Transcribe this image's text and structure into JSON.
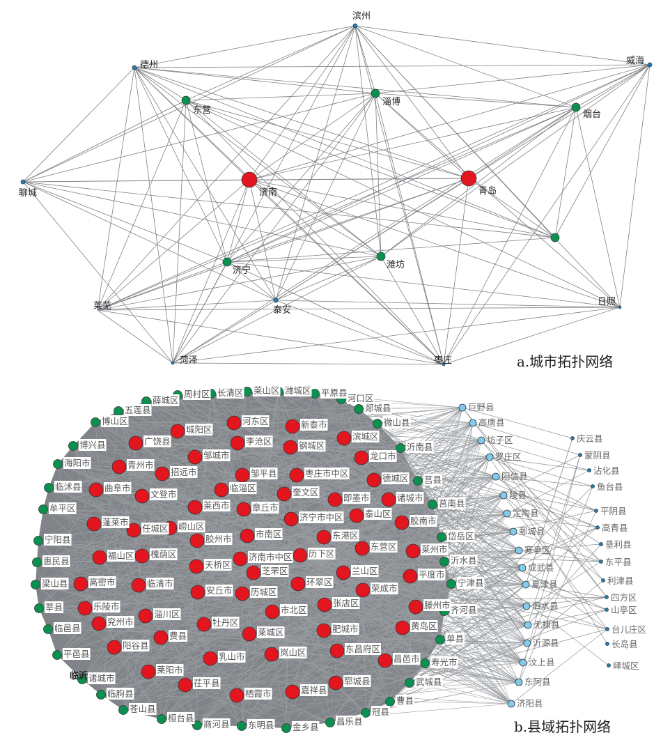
{
  "city_network": {
    "caption": "a.城市拓扑网络",
    "core": [
      "济南",
      "青岛"
    ],
    "semi": [
      "东营",
      "淄博",
      "烟台",
      "济宁",
      "潍坊",
      ""
    ],
    "periphery": [
      "滨州",
      "德州",
      "威海",
      "聊城",
      "莱芜",
      "泰安",
      "日照",
      "菏泽",
      "枣庄"
    ]
  },
  "county_network": {
    "caption": "b.县域拓扑网络",
    "core": [
      "广饶县",
      "城阳区",
      "河东区",
      "新泰市",
      "李沧区",
      "钢城区",
      "滨城区",
      "龙口市",
      "邹城市",
      "青州市",
      "招远市",
      "邹平县",
      "枣庄市中区",
      "德城区",
      "曲阜市",
      "文登市",
      "临淄区",
      "奎文区",
      "即墨市",
      "诸城市",
      "莱西市",
      "章丘市",
      "济宁市中区",
      "泰山区",
      "胶南市",
      "蓬莱市",
      "任城区",
      "崂山区",
      "胶州市",
      "市南区",
      "东港区",
      "东营区",
      "福山区",
      "槐荫区",
      "天桥区",
      "济南市中区",
      "历下区",
      "莱州市",
      "芝罘区",
      "兰山区",
      "平度市",
      "高密市",
      "临清市",
      "环翠区",
      "荣成市",
      "安丘市",
      "历城区",
      "张店区",
      "乐陵市",
      "兖州市",
      "淄川区",
      "牡丹区",
      "市北区",
      "滕州市",
      "费县",
      "莱城区",
      "肥城市",
      "黄岛区",
      "阳谷县",
      "乳山市",
      "岚山区",
      "东昌府区",
      "昌邑市",
      "莱阳市",
      "茌平县",
      "栖霞市",
      "嘉祥县",
      "郓城县"
    ],
    "semi": [
      "博山区",
      "五莲县",
      "薛城区",
      "周村区",
      "长清区",
      "莱山区",
      "潍城区",
      "平原县",
      "河口区",
      "郯城县",
      "微山县",
      "沂南县",
      "莒县",
      "莒南县",
      "岱岳区",
      "沂水县",
      "宁津县",
      "齐河县",
      "单县",
      "寿光市",
      "武城县",
      "曹县",
      "冠县",
      "昌乐县",
      "金乡县",
      "东明县",
      "商河县",
      "桓台县",
      "苍山县",
      "临朐县",
      "诸城市",
      "平邑县",
      "临邑县",
      "莘县",
      "梁山县",
      "惠民县",
      "宁阳县",
      "牟平区",
      "临沭县",
      "海阳市",
      "博兴县"
    ],
    "semi_overlay_label": "临沂",
    "semi_periphery": [
      "巨野县",
      "高唐县",
      "坊子区",
      "罗庄区",
      "阳信县",
      "陵县",
      "定陶县",
      "鄄城县",
      "寒亭区",
      "成武县",
      "夏津县",
      "泗水县",
      "无棣县",
      "沂源县",
      "汶上县",
      "东阿县",
      "济阳县"
    ],
    "periphery": [
      "庆云县",
      "蒙阴县",
      "沾化县",
      "鱼台县",
      "平阴县",
      "高青县",
      "垦利县",
      "东平县",
      "利津县",
      "四方区",
      "山亭区",
      "台儿庄区",
      "长岛县",
      "峄城区"
    ]
  },
  "colors": {
    "core": "#e3161f",
    "semi": "#0a9150",
    "semi_periphery": "#82cbec",
    "periphery": "#1d7fc0",
    "edge": "#808488"
  }
}
